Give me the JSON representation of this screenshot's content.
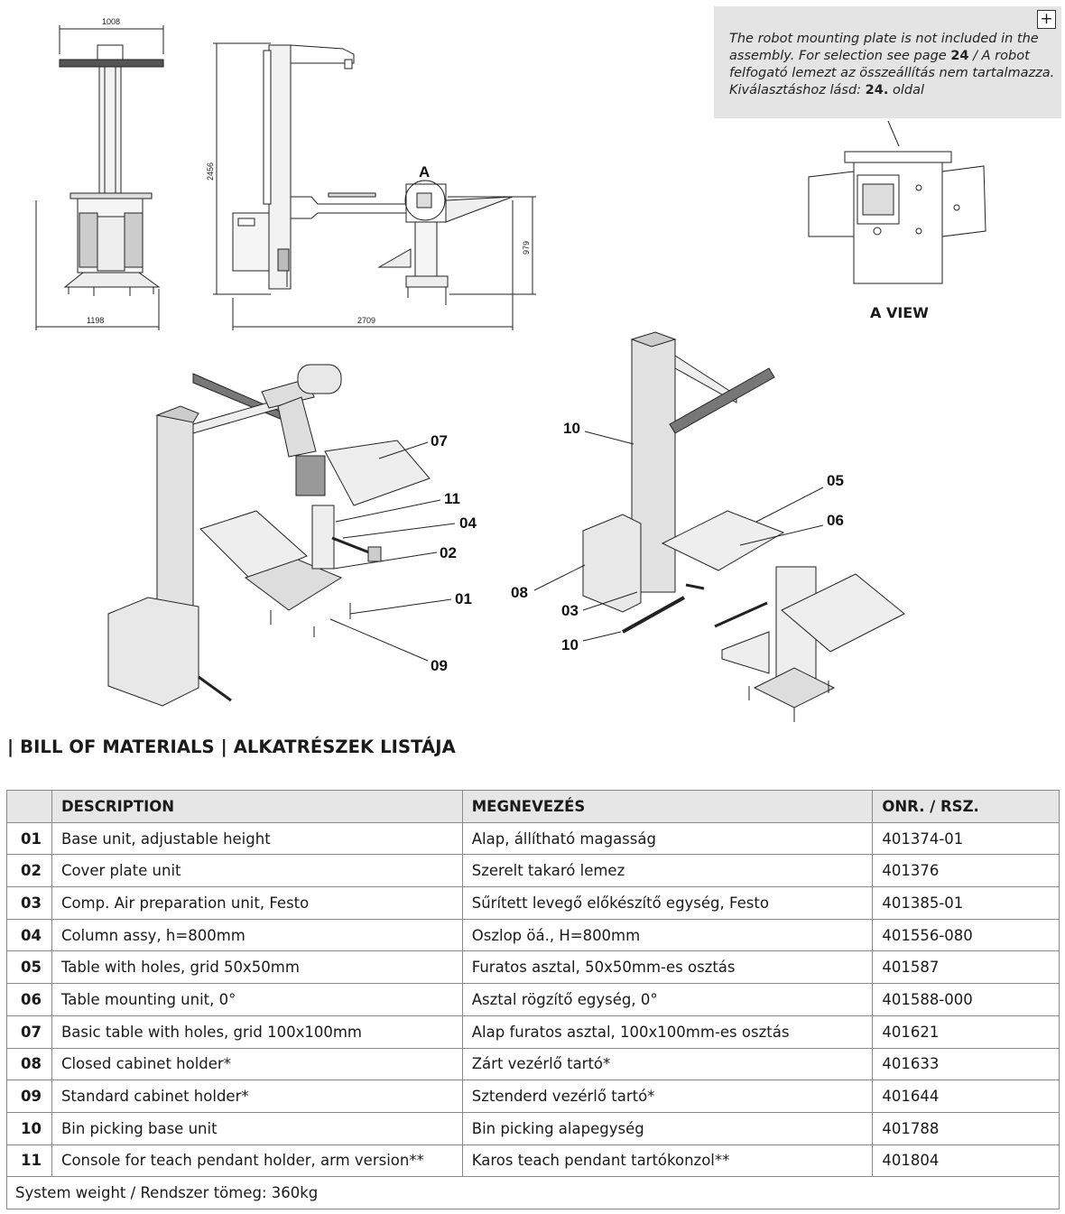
{
  "drawing": {
    "dimensions": {
      "top_width": "1008",
      "height": "2456",
      "base_width": "1198",
      "total_length": "2709",
      "bin_height": "979"
    },
    "detail_marker": "A",
    "view_label": "A VIEW",
    "note": {
      "parts": [
        {
          "text": "The robot mounting plate is not included in the assembly. For selection see page ",
          "bold": false
        },
        {
          "text": "24",
          "bold": true
        },
        {
          "text": " / A robot felfogató lemezt az összeállítás nem tartalmazza. Kiválasztáshoz lásd: ",
          "bold": false
        },
        {
          "text": "24.",
          "bold": true
        },
        {
          "text": " oldal",
          "bold": false
        }
      ],
      "expand_icon": "plus-icon",
      "expand_label": "+"
    },
    "callouts_left": [
      "07",
      "11",
      "04",
      "02",
      "01",
      "09"
    ],
    "callouts_right": [
      "10",
      "05",
      "06",
      "08",
      "03",
      "10"
    ]
  },
  "section_title": "| BILL OF MATERIALS | ALKATRÉSZEK LISTÁJA",
  "bom": {
    "headers": [
      "",
      "DESCRIPTION",
      "MEGNEVEZÉS",
      "ONR. / RSZ."
    ],
    "rows": [
      {
        "num": "01",
        "description": "Base unit, adjustable height",
        "megnevezes": "Alap, állítható magasság",
        "onr": "401374-01"
      },
      {
        "num": "02",
        "description": "Cover plate unit",
        "megnevezes": "Szerelt takaró lemez",
        "onr": "401376"
      },
      {
        "num": "03",
        "description": "Comp. Air preparation unit, Festo",
        "megnevezes": "Sűrített levegő előkészítő egység, Festo",
        "onr": "401385-01"
      },
      {
        "num": "04",
        "description": "Column assy, h=800mm",
        "megnevezes": "Oszlop öá., H=800mm",
        "onr": "401556-080"
      },
      {
        "num": "05",
        "description": "Table with holes, grid 50x50mm",
        "megnevezes": "Furatos asztal, 50x50mm-es osztás",
        "onr": "401587"
      },
      {
        "num": "06",
        "description": "Table mounting unit, 0°",
        "megnevezes": "Asztal rögzítő egység, 0°",
        "onr": "401588-000"
      },
      {
        "num": "07",
        "description": "Basic table with holes, grid 100x100mm",
        "megnevezes": "Alap furatos asztal, 100x100mm-es osztás",
        "onr": "401621"
      },
      {
        "num": "08",
        "description": "Closed cabinet holder*",
        "megnevezes": "Zárt vezérlő tartó*",
        "onr": "401633"
      },
      {
        "num": "09",
        "description": "Standard cabinet holder*",
        "megnevezes": "Sztenderd vezérlő tartó*",
        "onr": "401644"
      },
      {
        "num": "10",
        "description": "Bin picking base unit",
        "megnevezes": "Bin picking alapegység",
        "onr": "401788"
      },
      {
        "num": "11",
        "description": "Console for teach pendant holder, arm version**",
        "megnevezes": "Karos teach pendant tartókonzol**",
        "onr": "401804"
      }
    ],
    "footer": "System weight / Rendszer tömeg: 360kg"
  }
}
